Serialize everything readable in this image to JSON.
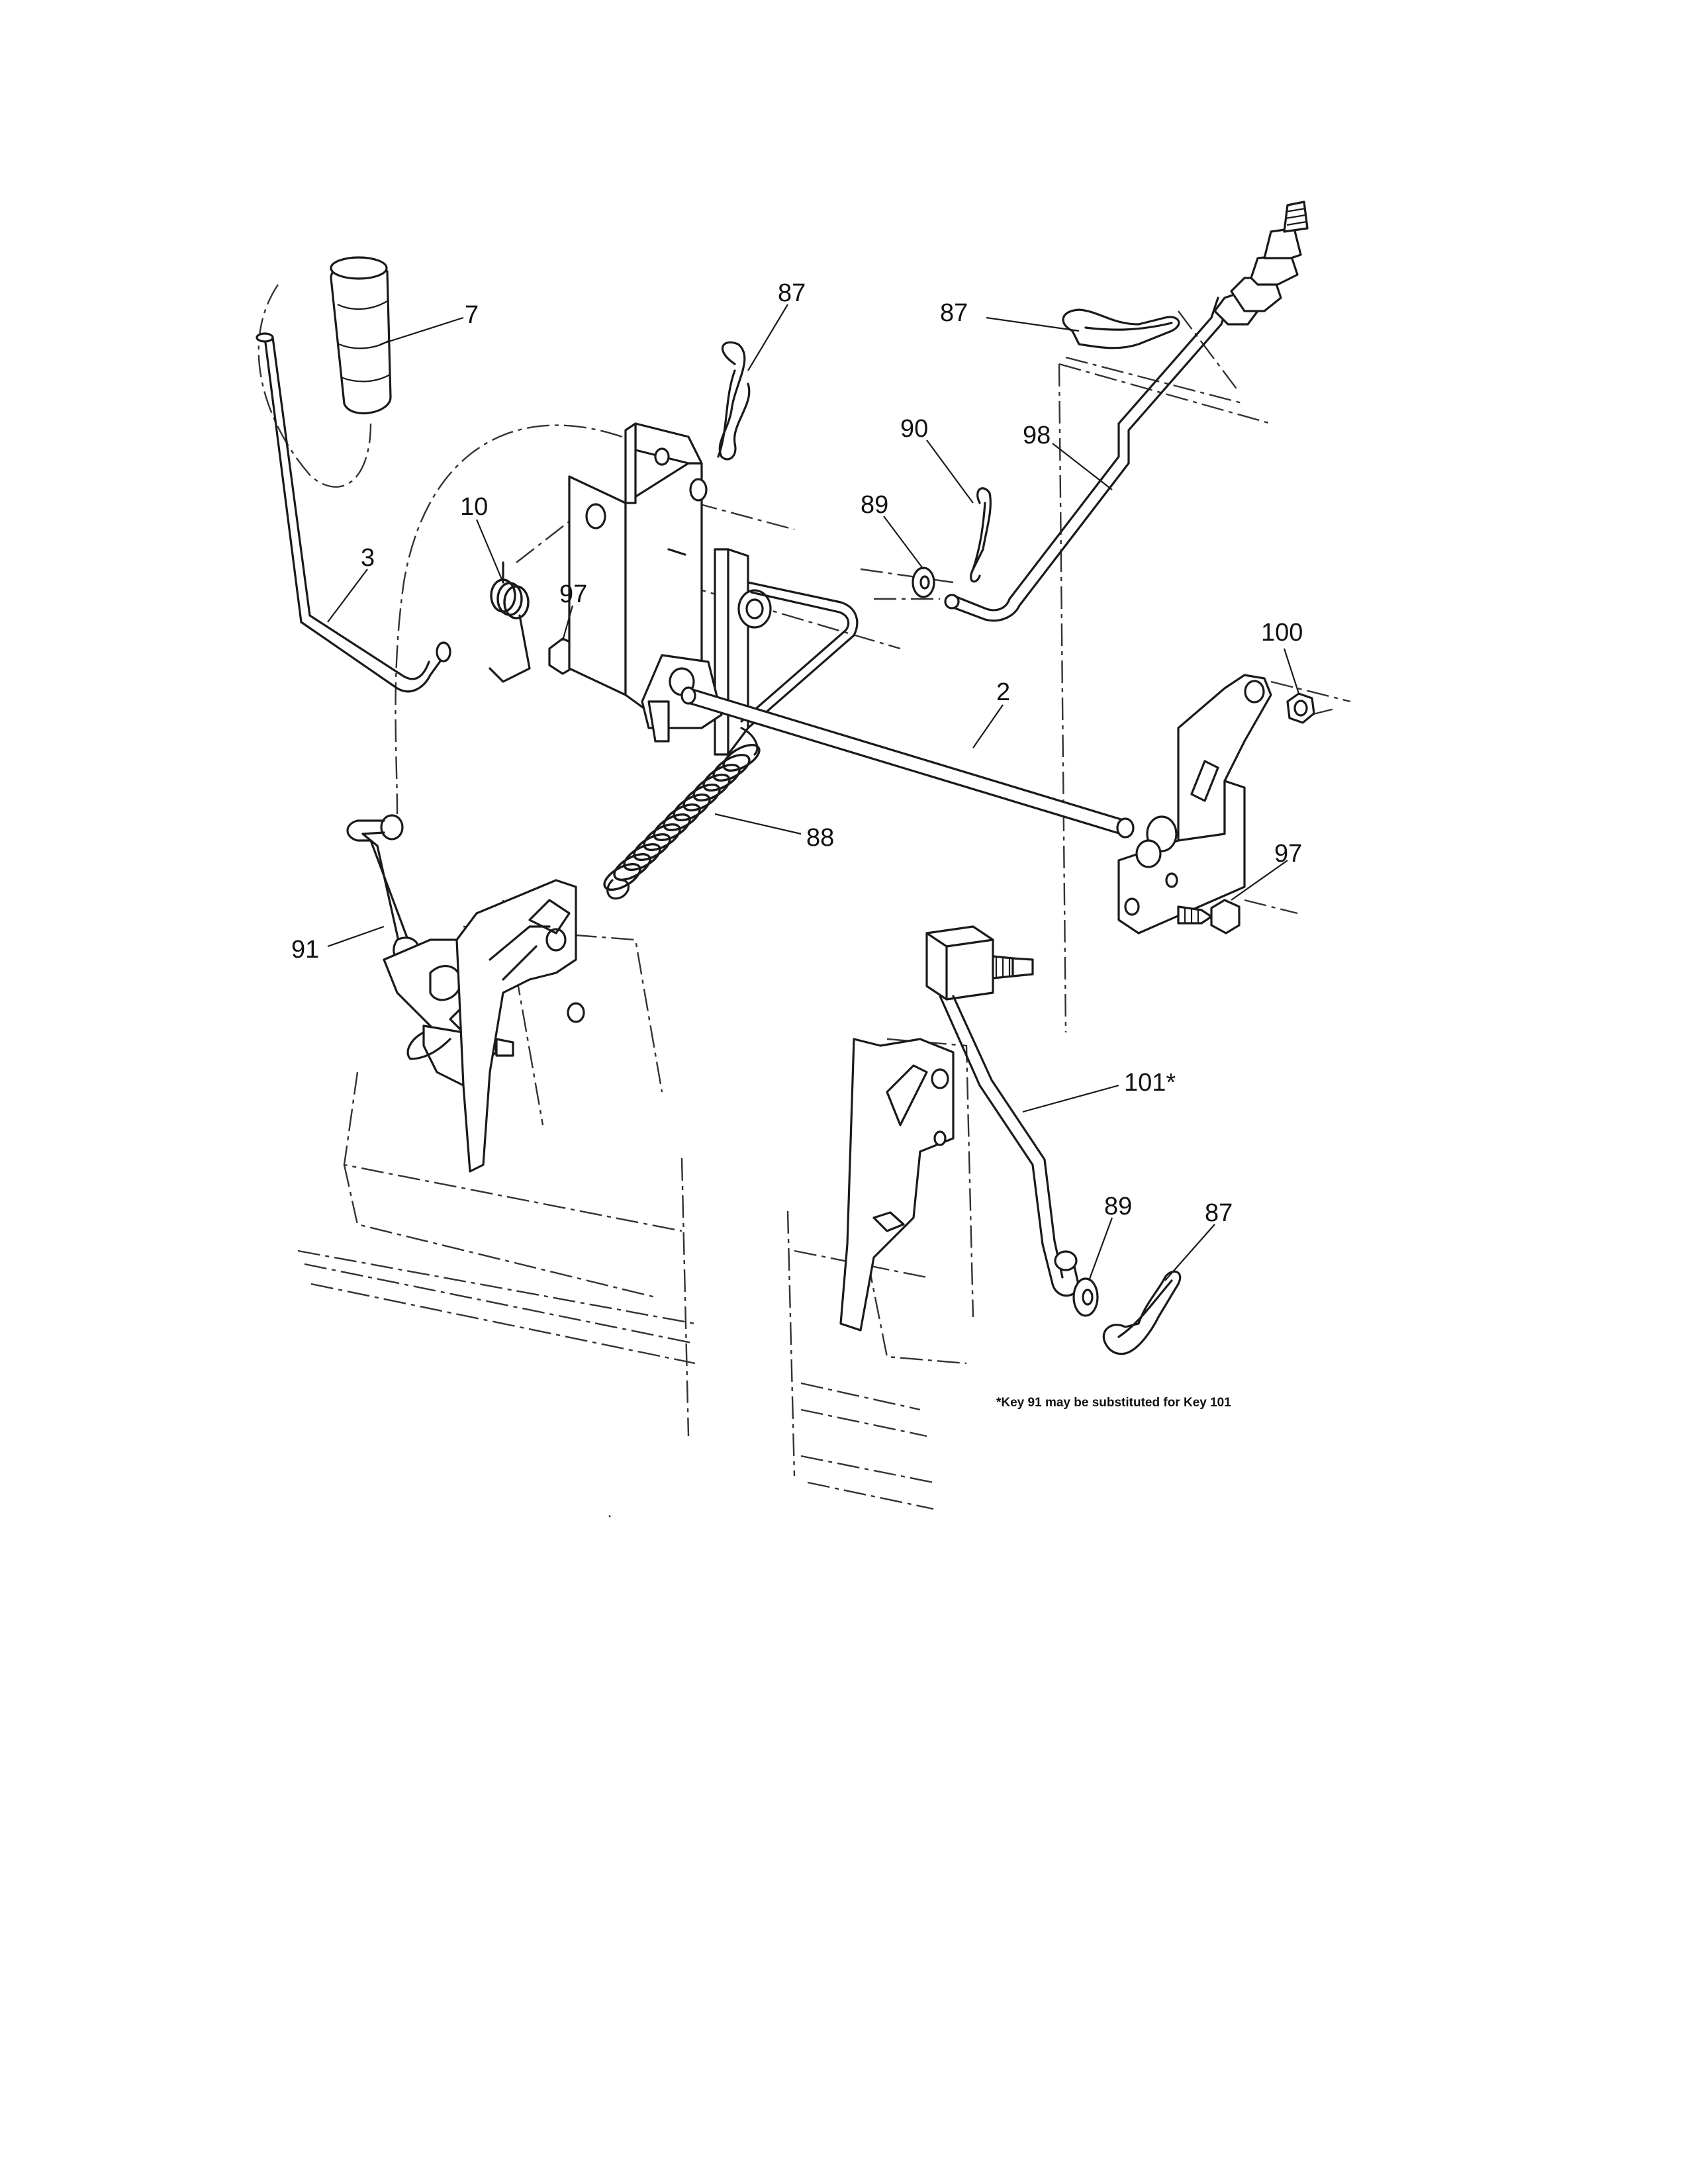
{
  "callouts": {
    "c7": "7",
    "c87a": "87",
    "c87b": "87",
    "c90": "90",
    "c98": "98",
    "c89a": "89",
    "c10": "10",
    "c3": "3",
    "c97a": "97",
    "c100": "100",
    "c2": "2",
    "c88": "88",
    "c97b": "97",
    "c91": "91",
    "c101": "101*",
    "c89b": "89",
    "c87c": "87"
  },
  "footnote": "*Key 91 may be substituted for Key 101",
  "icons": {
    "handle_grip": "grip-icon",
    "clip": "hairpin-clip-icon",
    "spring": "extension-spring-icon",
    "washer": "washer-icon",
    "nut": "hex-nut-icon",
    "bolt": "bolt-icon"
  }
}
